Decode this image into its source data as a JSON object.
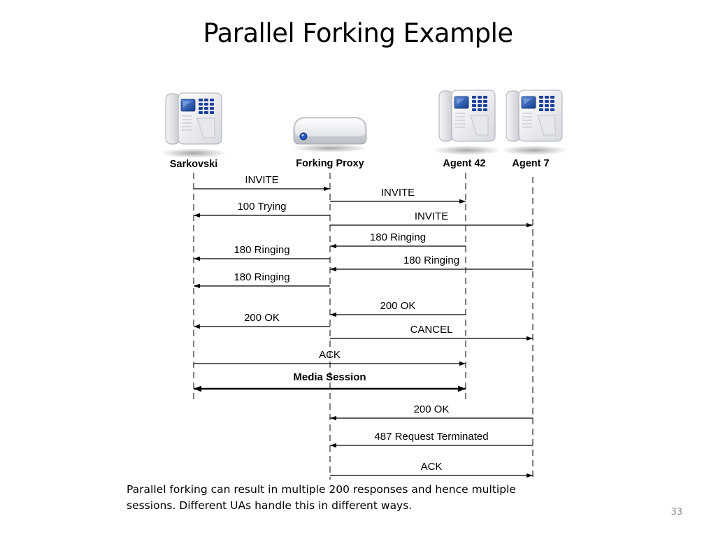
{
  "slide": {
    "title": "Parallel Forking Example",
    "caption_line1": "Parallel forking can result in multiple 200 responses and hence multiple",
    "caption_line2": "sessions.  Different UAs handle this in different ways.",
    "page_number": "33"
  },
  "participants": [
    {
      "id": "sarkovski",
      "label": "Sarkovski",
      "device": "phone-icon"
    },
    {
      "id": "proxy",
      "label": "Forking Proxy",
      "device": "router-icon"
    },
    {
      "id": "agent42",
      "label": "Agent 42",
      "device": "phone-icon"
    },
    {
      "id": "agent7",
      "label": "Agent 7",
      "device": "phone-icon"
    }
  ],
  "messages": [
    {
      "label": "INVITE",
      "from": "sarkovski",
      "to": "proxy"
    },
    {
      "label": "INVITE",
      "from": "proxy",
      "to": "agent42"
    },
    {
      "label": "100 Trying",
      "from": "proxy",
      "to": "sarkovski"
    },
    {
      "label": "INVITE",
      "from": "proxy",
      "to": "agent7"
    },
    {
      "label": "180 Ringing",
      "from": "agent42",
      "to": "proxy"
    },
    {
      "label": "180 Ringing",
      "from": "proxy",
      "to": "sarkovski"
    },
    {
      "label": "180 Ringing",
      "from": "agent7",
      "to": "proxy"
    },
    {
      "label": "180 Ringing",
      "from": "proxy",
      "to": "sarkovski"
    },
    {
      "label": "200 OK",
      "from": "agent42",
      "to": "proxy"
    },
    {
      "label": "200 OK",
      "from": "proxy",
      "to": "sarkovski"
    },
    {
      "label": "CANCEL",
      "from": "proxy",
      "to": "agent7"
    },
    {
      "label": "ACK",
      "from": "sarkovski",
      "to": "agent42"
    },
    {
      "label": "Media Session",
      "from": "sarkovski",
      "to": "agent42",
      "bidirectional": true,
      "bold": true
    },
    {
      "label": "200 OK",
      "from": "agent7",
      "to": "proxy"
    },
    {
      "label": "487 Request Terminated",
      "from": "agent7",
      "to": "proxy"
    },
    {
      "label": "ACK",
      "from": "proxy",
      "to": "agent7"
    }
  ]
}
